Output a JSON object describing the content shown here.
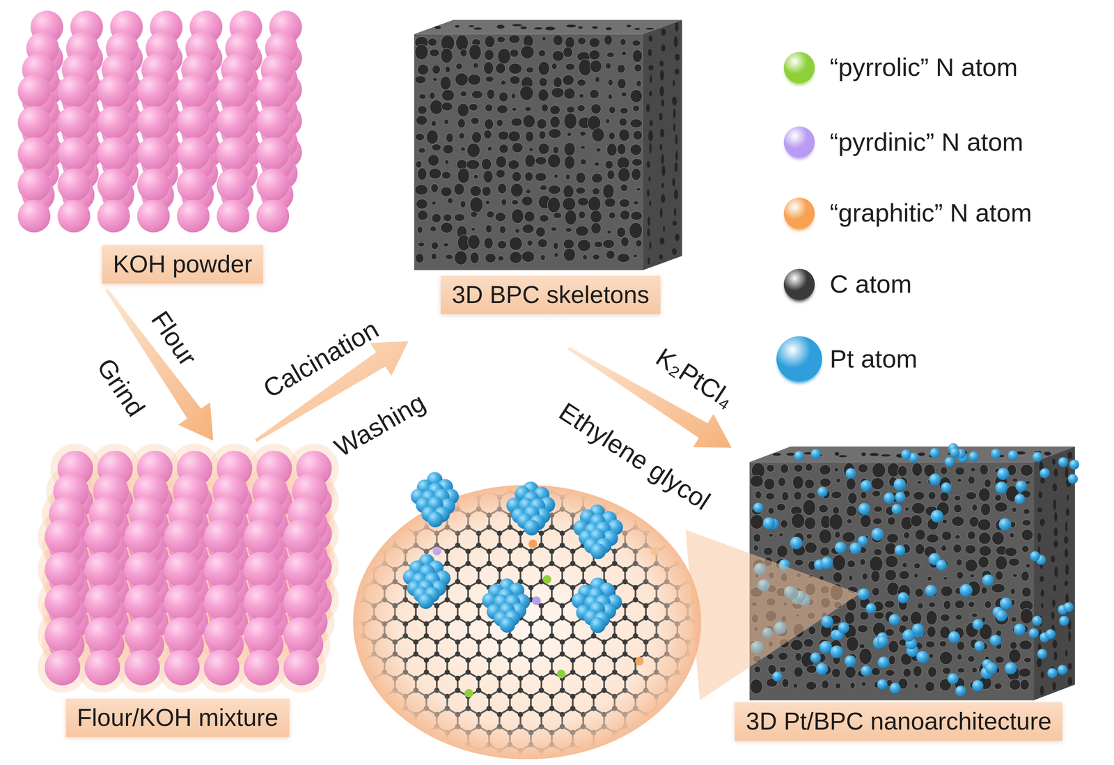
{
  "diagram": {
    "nodes": [
      {
        "text": [
          "KOH powder"
        ]
      },
      {
        "text": [
          "3D BPC skeletons"
        ]
      },
      {
        "text": [
          "Flour/KOH mixture"
        ]
      },
      {
        "text": [
          "3D Pt/BPC nanoarchitecture"
        ]
      }
    ],
    "edges": [
      {
        "from": 0,
        "to": 2,
        "label": "Flour",
        "arrow": "to"
      },
      {
        "from": 2,
        "to": 1,
        "label": "Calcination",
        "arrow": "to"
      },
      {
        "from": 1,
        "to": 3,
        "label": "K₂PtCl₄",
        "arrow": "to"
      }
    ],
    "labels": [
      "Grind",
      "Washing",
      "Ethylene glycol"
    ],
    "legend": [
      {
        "text": "“pyrrolic” N atom",
        "color": "#8dd03a"
      },
      {
        "text": "“pyrdinic” N atom",
        "color": "#b79cf2"
      },
      {
        "text": "“graphitic” N atom",
        "color": "#f7a152"
      },
      {
        "text": "C atom",
        "color": "#3a3a3a"
      },
      {
        "text": "Pt atom",
        "color": "#2f9fdc"
      }
    ]
  }
}
